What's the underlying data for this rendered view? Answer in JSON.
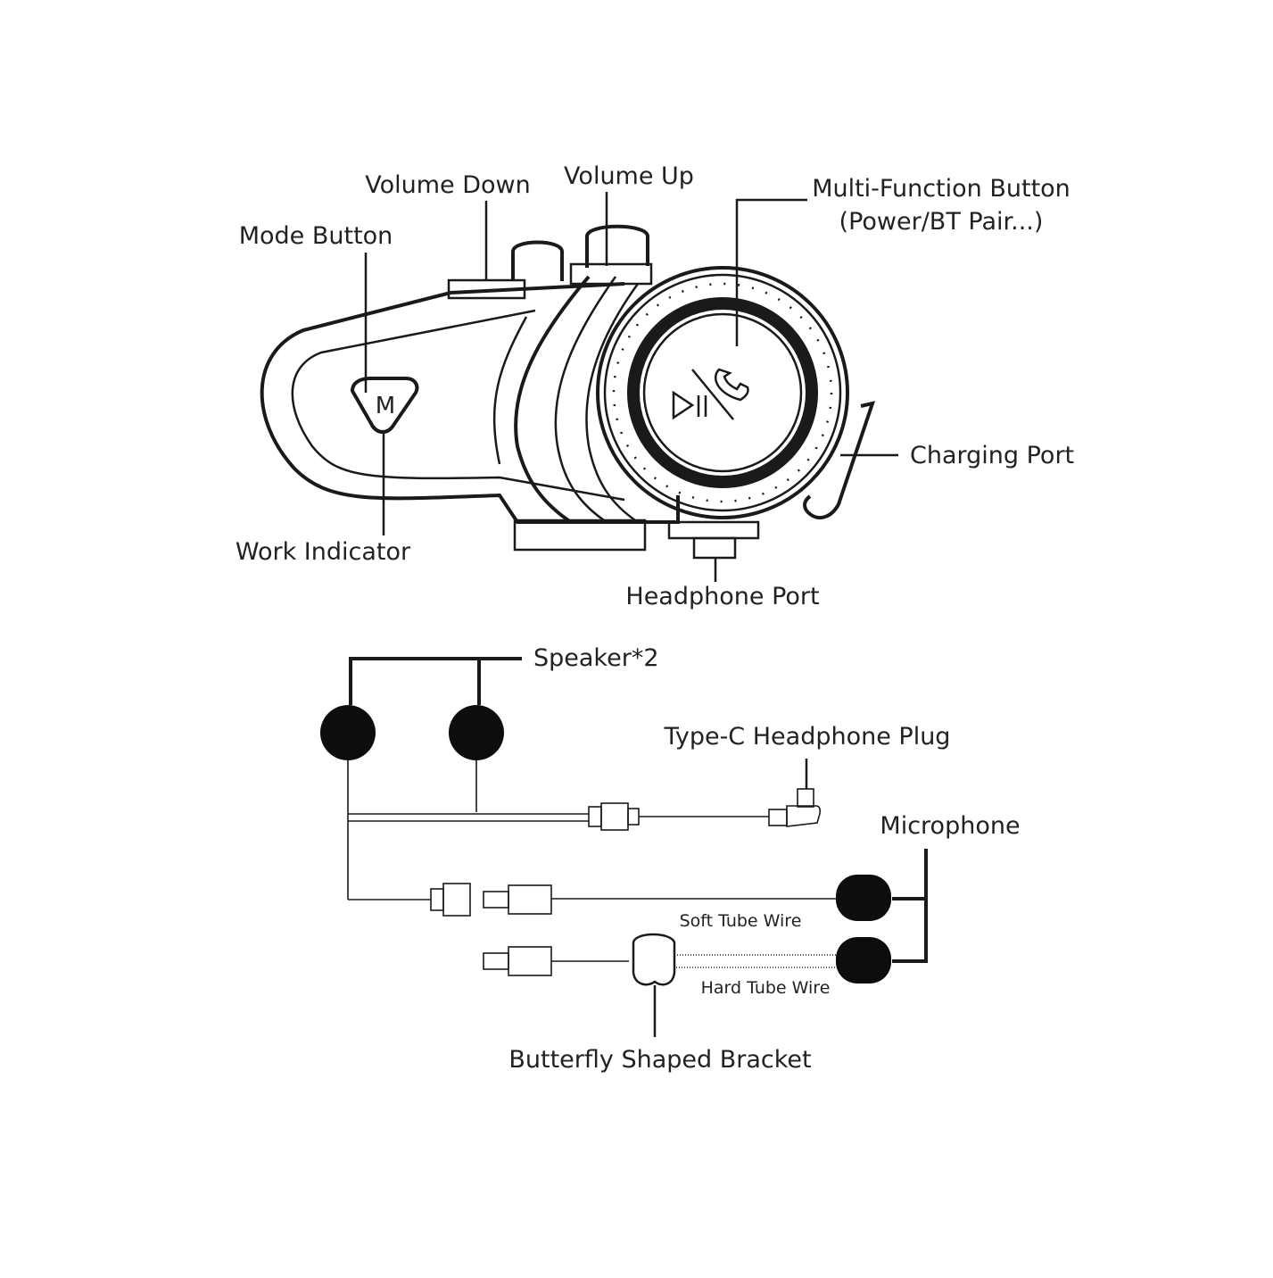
{
  "labels": {
    "volume_down": "Volume Down",
    "volume_up": "Volume Up",
    "multi_function_line1": "Multi-Function Button",
    "multi_function_line2": "(Power/BT Pair...)",
    "mode_button": "Mode Button",
    "mode_key_letter": "M",
    "charging_port": "Charging Port",
    "work_indicator": "Work Indicator",
    "headphone_port": "Headphone Port",
    "speaker": "Speaker*2",
    "type_c_plug": "Type-C Headphone Plug",
    "microphone": "Microphone",
    "soft_tube_wire": "Soft Tube Wire",
    "hard_tube_wire": "Hard Tube Wire",
    "butterfly_bracket": "Butterfly Shaped Bracket"
  },
  "colors": {
    "line": "#1a1a1a",
    "text": "#222222",
    "fill_dark": "#0d0d0d",
    "background": "#ffffff"
  }
}
